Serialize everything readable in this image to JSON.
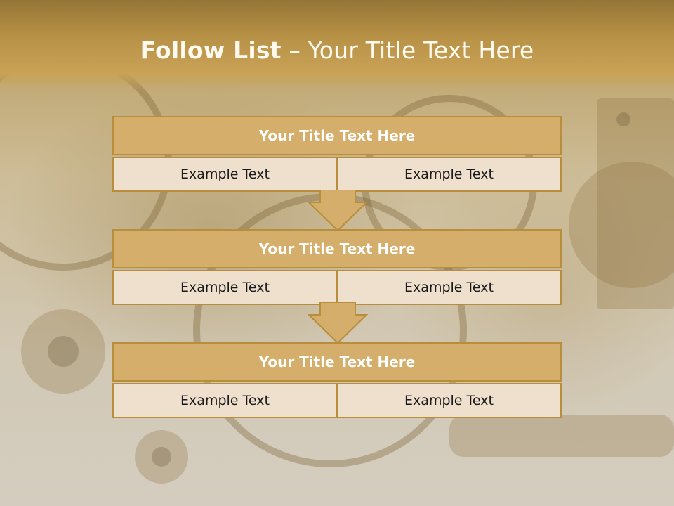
{
  "slide": {
    "title_strong": "Follow List",
    "title_rest": " – Your Title Text Here"
  },
  "blocks": [
    {
      "title": "Your Title Text Here",
      "left_text": "Example Text",
      "right_text": "Example Text"
    },
    {
      "title": "Your Title Text Here",
      "left_text": "Example Text",
      "right_text": "Example Text"
    },
    {
      "title": "Your Title Text Here",
      "left_text": "Example Text",
      "right_text": "Example Text"
    }
  ],
  "colors": {
    "header": "#b79145",
    "block_head": "#d4ae6a",
    "block_border": "#b88d3c",
    "cell_fill": "#eee0cc",
    "arrow_fill": "#d4ae6a"
  }
}
